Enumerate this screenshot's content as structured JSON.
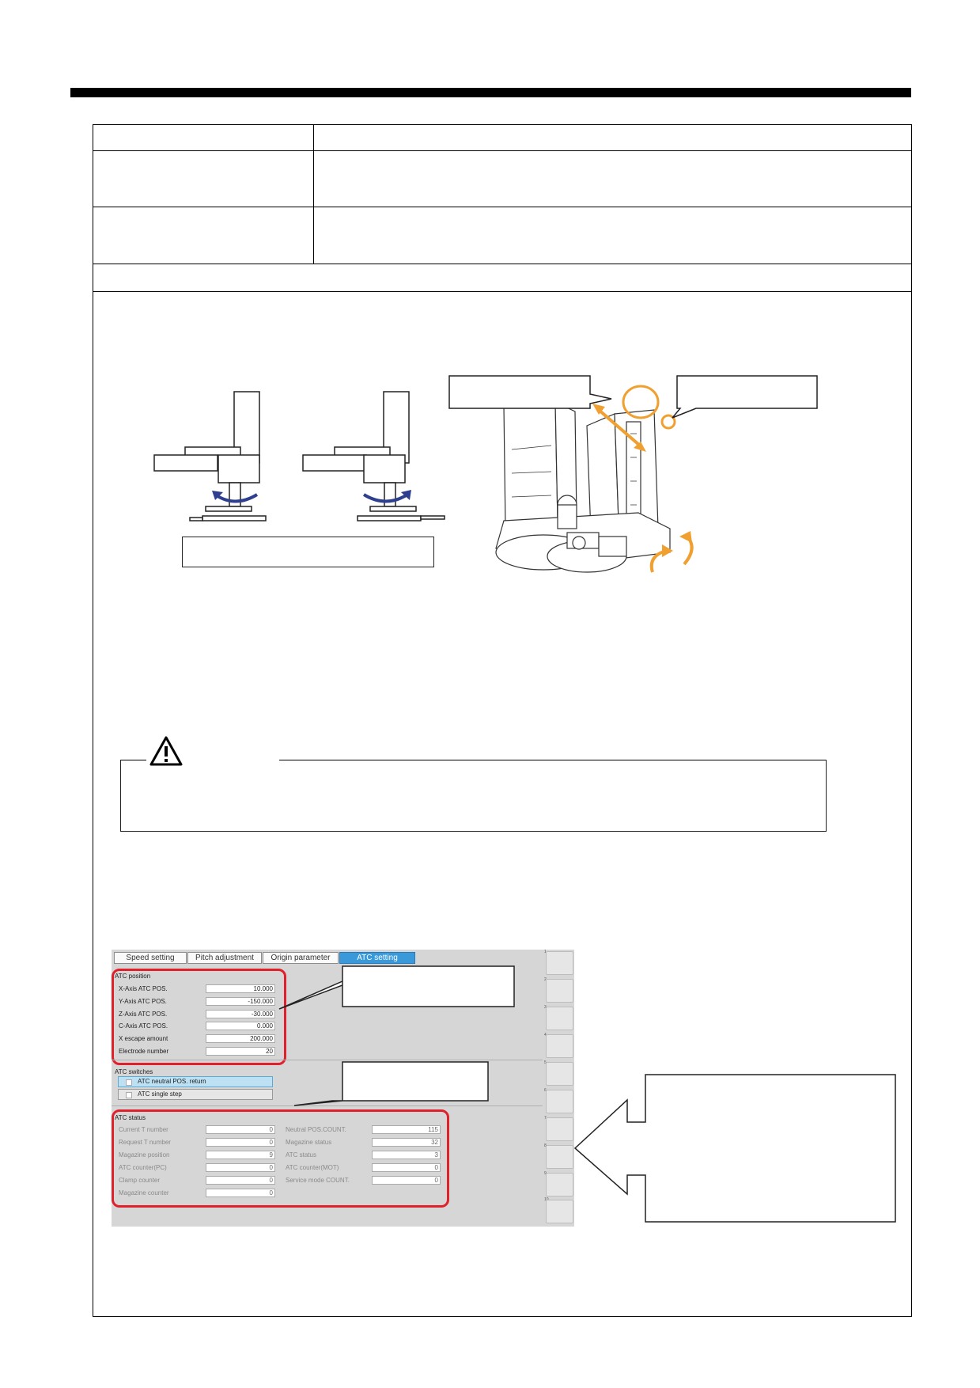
{
  "atc_screen": {
    "tabs": [
      {
        "label": "Speed setting"
      },
      {
        "label": "Pitch adjustment"
      },
      {
        "label": "Origin parameter"
      },
      {
        "label": "ATC setting"
      }
    ],
    "position": {
      "heading": "ATC position",
      "rows": [
        {
          "label": "X-Axis ATC POS.",
          "value": "10.000"
        },
        {
          "label": "Y-Axis ATC POS.",
          "value": "-150.000"
        },
        {
          "label": "Z-Axis ATC POS.",
          "value": "-30.000"
        },
        {
          "label": "C-Axis ATC POS.",
          "value": "0.000"
        },
        {
          "label": "X escape amount",
          "value": "200.000"
        },
        {
          "label": "Electrode number",
          "value": "20"
        }
      ]
    },
    "switches": {
      "heading": "ATC switches",
      "items": [
        {
          "label": "ATC neutral POS. return"
        },
        {
          "label": "ATC single step"
        }
      ]
    },
    "status": {
      "heading": "ATC status",
      "left": [
        {
          "label": "Current T number",
          "value": "0"
        },
        {
          "label": "Request T number",
          "value": "0"
        },
        {
          "label": "Magazine position",
          "value": "9"
        },
        {
          "label": "ATC counter(PC)",
          "value": "0"
        },
        {
          "label": "Clamp counter",
          "value": "0"
        },
        {
          "label": "Magazine counter",
          "value": "0"
        }
      ],
      "right": [
        {
          "label": "Neutral POS.COUNT.",
          "value": "115"
        },
        {
          "label": "Magazine status",
          "value": "32"
        },
        {
          "label": "ATC status",
          "value": "3"
        },
        {
          "label": "ATC counter(MOT)",
          "value": "0"
        },
        {
          "label": "Service mode COUNT.",
          "value": "0"
        }
      ]
    },
    "side_numbers": [
      "1",
      "2",
      "3",
      "4",
      "5",
      "6",
      "7",
      "8",
      "9",
      "10"
    ]
  },
  "icons": {
    "caution": "warning-triangle-icon",
    "rotation": "rotation-arrow-icon",
    "callout": "arrow-left-icon"
  },
  "colors": {
    "highlight_red": "#e0202a",
    "active_tab": "#3a9ad9",
    "rotation_arrow": "#2f3f8f",
    "machine_highlight": "#f0a030"
  }
}
